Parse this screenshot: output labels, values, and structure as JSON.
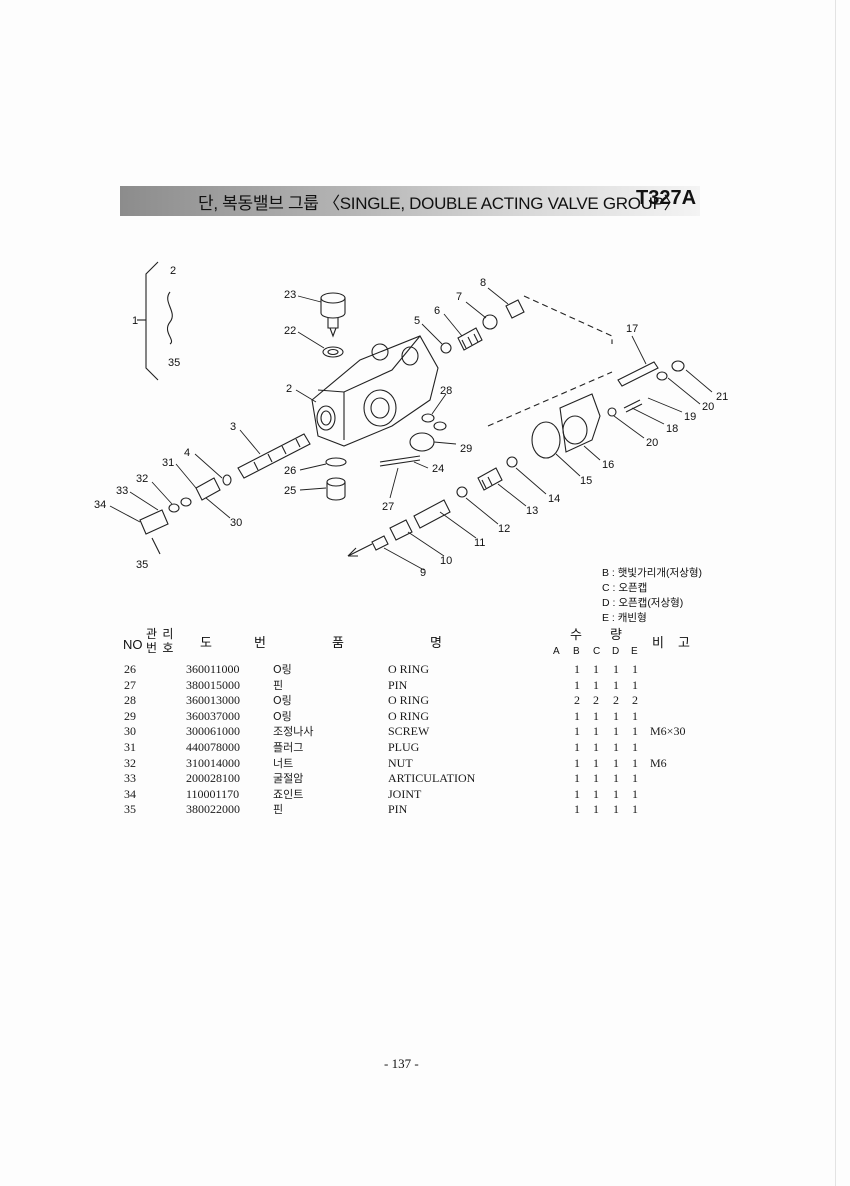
{
  "header": {
    "title": "단, 복동밸브 그룹 〈SINGLE, DOUBLE ACTING VALVE GROUP〉",
    "code": "T327A"
  },
  "diagram": {
    "callouts": [
      "2",
      "1",
      "35",
      "23",
      "22",
      "2",
      "3",
      "4",
      "31",
      "32",
      "33",
      "34",
      "35",
      "26",
      "25",
      "27",
      "24",
      "28",
      "29",
      "5",
      "6",
      "7",
      "8",
      "17",
      "21",
      "20",
      "19",
      "18",
      "20",
      "16",
      "15",
      "14",
      "13",
      "12",
      "11",
      "10",
      "9",
      "30"
    ]
  },
  "legend": [
    "B : 햇빛가리개(저상형)",
    "C : 오픈캡",
    "D : 오픈캡(저상형)",
    "E : 캐빈형"
  ],
  "table": {
    "headers": {
      "no": "NO",
      "mgmt_top": "관 리",
      "mgmt_bottom": "번 호",
      "drawing_1": "도",
      "drawing_2": "번",
      "name_1": "품",
      "name_2": "명",
      "qty_1": "수",
      "qty_2": "량",
      "remarks_1": "비",
      "remarks_2": "고",
      "qty_cols": [
        "A",
        "B",
        "C",
        "D",
        "E"
      ]
    },
    "rows": [
      {
        "no": "26",
        "part": "360011000",
        "kname": "O링",
        "ename": "O RING",
        "q": [
          "1",
          "1",
          "1",
          "1"
        ],
        "remark": ""
      },
      {
        "no": "27",
        "part": "380015000",
        "kname": "핀",
        "ename": "PIN",
        "q": [
          "1",
          "1",
          "1",
          "1"
        ],
        "remark": ""
      },
      {
        "no": "28",
        "part": "360013000",
        "kname": "O링",
        "ename": "O RING",
        "q": [
          "2",
          "2",
          "2",
          "2"
        ],
        "remark": ""
      },
      {
        "no": "29",
        "part": "360037000",
        "kname": "O링",
        "ename": "O RING",
        "q": [
          "1",
          "1",
          "1",
          "1"
        ],
        "remark": ""
      },
      {
        "no": "30",
        "part": "300061000",
        "kname": "조정나사",
        "ename": "SCREW",
        "q": [
          "1",
          "1",
          "1",
          "1"
        ],
        "remark": "M6×30"
      },
      {
        "no": "31",
        "part": "440078000",
        "kname": "플러그",
        "ename": "PLUG",
        "q": [
          "1",
          "1",
          "1",
          "1"
        ],
        "remark": ""
      },
      {
        "no": "32",
        "part": "310014000",
        "kname": "너트",
        "ename": "NUT",
        "q": [
          "1",
          "1",
          "1",
          "1"
        ],
        "remark": "M6"
      },
      {
        "no": "33",
        "part": "200028100",
        "kname": "굴절암",
        "ename": "ARTICULATION",
        "q": [
          "1",
          "1",
          "1",
          "1"
        ],
        "remark": ""
      },
      {
        "no": "34",
        "part": "110001170",
        "kname": "죠인트",
        "ename": "JOINT",
        "q": [
          "1",
          "1",
          "1",
          "1"
        ],
        "remark": ""
      },
      {
        "no": "35",
        "part": "380022000",
        "kname": "핀",
        "ename": "PIN",
        "q": [
          "1",
          "1",
          "1",
          "1"
        ],
        "remark": ""
      }
    ]
  },
  "page_number": "- 137 -"
}
